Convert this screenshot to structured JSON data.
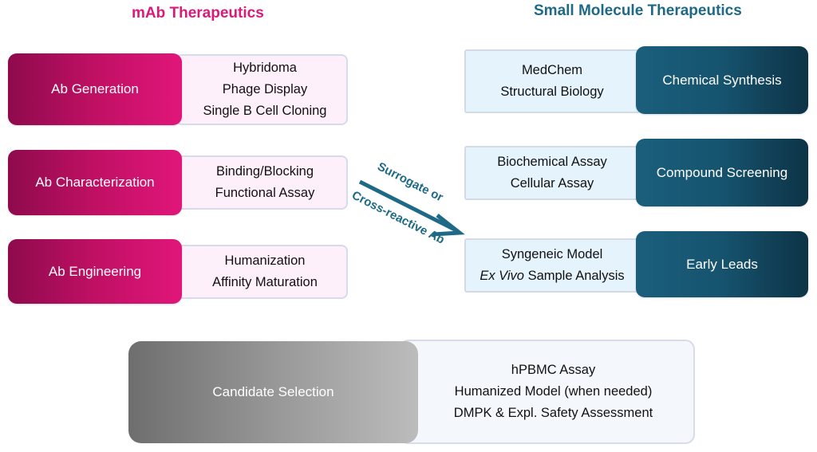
{
  "left_column": {
    "title": "mAb Therapeutics",
    "accent_color": "#d81b7b",
    "rows": [
      {
        "stage": "Ab Generation",
        "methods": [
          "Hybridoma",
          "Phage Display",
          "Single B Cell Cloning"
        ]
      },
      {
        "stage": "Ab Characterization",
        "methods": [
          "Binding/Blocking",
          "Functional Assay"
        ]
      },
      {
        "stage": "Ab Engineering",
        "methods": [
          "Humanization",
          "Affinity Maturation"
        ]
      }
    ]
  },
  "right_column": {
    "title": "Small Molecule Therapeutics",
    "accent_color": "#1e6a86",
    "rows": [
      {
        "stage": "Chemical Synthesis",
        "methods": [
          "MedChem",
          "Structural Biology"
        ]
      },
      {
        "stage": "Compound Screening",
        "methods": [
          "Biochemical Assay",
          "Cellular Assay"
        ]
      },
      {
        "stage": "Early Leads",
        "methods": [
          {
            "italic": "Ex Vivo",
            "text": "Syngeneic Model",
            "rest": " Sample Analysis"
          }
        ]
      }
    ]
  },
  "connector": {
    "label_top": "Surrogate or",
    "label_bottom": "Cross-reactive Ab",
    "icon": "arrow-right-down-icon",
    "color": "#1e6a86"
  },
  "bottom": {
    "stage": "Candidate Selection",
    "methods": [
      "hPBMC Assay",
      "Humanized Model (when needed)",
      "DMPK & Expl. Safety Assessment"
    ]
  },
  "syngeneic_lines": {
    "line1": "Syngeneic Model",
    "line2_italic": "Ex Vivo",
    "line2_rest": " Sample Analysis"
  }
}
